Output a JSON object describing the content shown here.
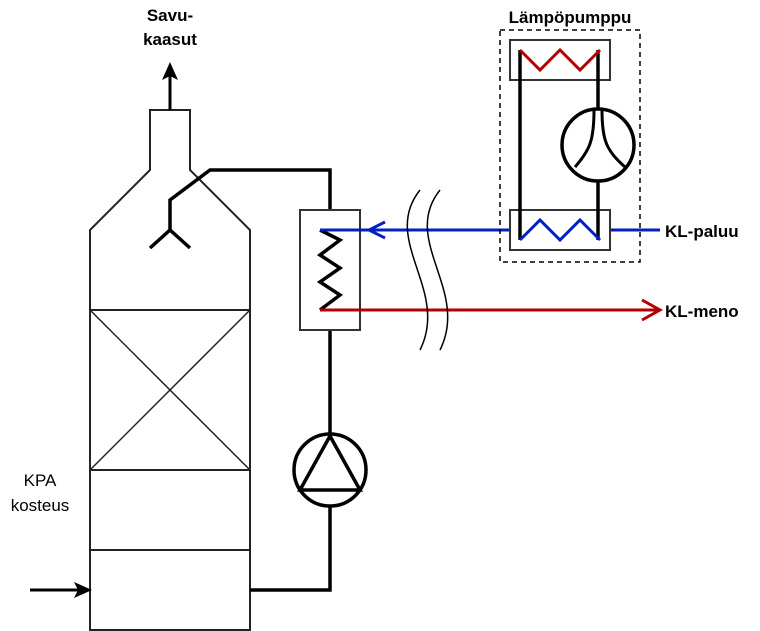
{
  "labels": {
    "flue_gas_line1": "Savu-",
    "flue_gas_line2": "kaasut",
    "heat_pump": "Lämpöpumppu",
    "kl_return": "KL-paluu",
    "kl_supply": "KL-meno",
    "kpa_line1": "KPA",
    "kpa_line2": "kosteus"
  },
  "colors": {
    "hot": "#B20000",
    "cold": "#0020C0",
    "line": "#000000"
  }
}
